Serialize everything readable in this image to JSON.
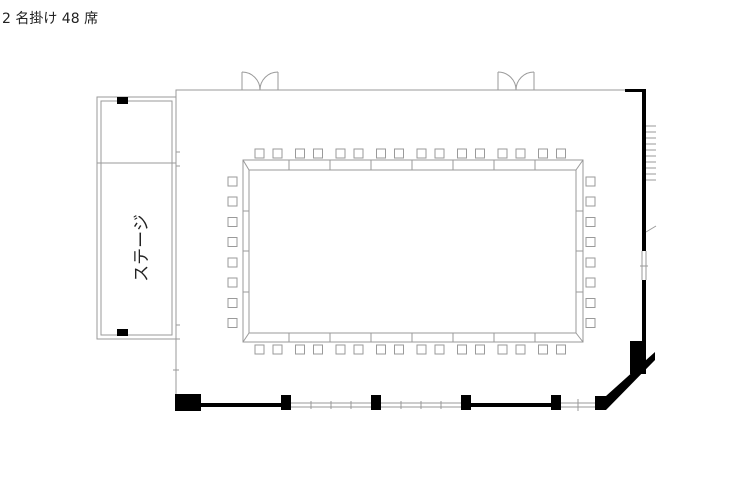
{
  "title": "2 名掛け 48 席",
  "stage_label": "ステージ",
  "seating": {
    "seats_per_table": 2,
    "total_seats": 48,
    "top_row_seats": 16,
    "bottom_row_seats": 16,
    "left_column_seats": 8,
    "right_column_seats": 8
  },
  "colors": {
    "line": "#9a9a9a",
    "wall": "#000000",
    "text": "#222222"
  }
}
